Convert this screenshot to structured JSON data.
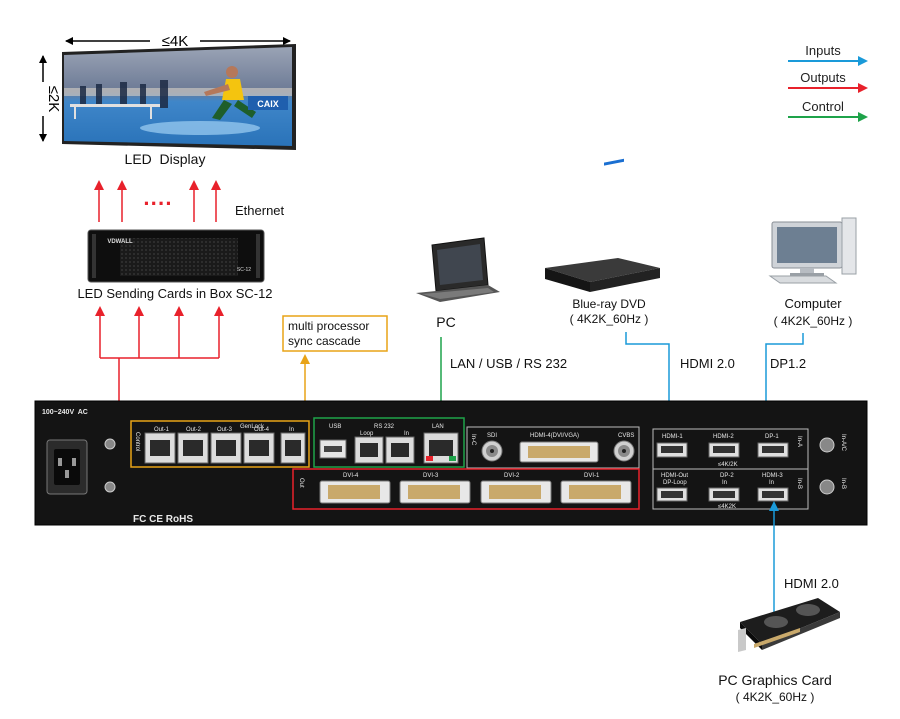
{
  "colors": {
    "inputs": "#1a9ad9",
    "outputs": "#e8212b",
    "control": "#1ea34a",
    "cascade": "#e8a317",
    "panel": "#141414"
  },
  "legend": {
    "inputs": "Inputs",
    "outputs": "Outputs",
    "control": "Control"
  },
  "display": {
    "width_label": "≤4K",
    "height_label": "≤2K",
    "caption": "LED  Display",
    "banner": "CAIX"
  },
  "sending_box": {
    "brand": "VDWALL",
    "model": "SC-12",
    "caption": "LED Sending Cards in Box SC-12",
    "ethernet": "Ethernet",
    "dots": "····"
  },
  "cascade_note": {
    "line1": "multi processor",
    "line2": "sync cascade"
  },
  "pc": {
    "label": "PC",
    "link": "LAN / USB / RS 232"
  },
  "bluray": {
    "label": "Blue-ray DVD",
    "sub": "( 4K2K_60Hz )",
    "link": "HDMI 2.0"
  },
  "computer": {
    "label": "Computer",
    "sub": "( 4K2K_60Hz )",
    "link": "DP1.2"
  },
  "graphics_card": {
    "label": "PC Graphics Card",
    "sub": "( 4K2K_60Hz )",
    "link": "HDMI 2.0"
  },
  "panel": {
    "power": "100~240V  AC",
    "control": "Control",
    "genlock": "GenLock",
    "out_ports": [
      "Out-1",
      "Out-2",
      "Out-3",
      "Out-4"
    ],
    "in_port": "In",
    "usb": "USB",
    "rs232": "RS 232",
    "loop": "Loop",
    "rs_in": "In",
    "lan": "LAN",
    "inc": "In-C",
    "sdi": "SDI",
    "hdmi4": "HDMI-4(DVI/VGA)",
    "cvbs": "CVBS",
    "hdmi1": "HDMI-1",
    "hdmi2": "HDMI-2",
    "dp1": "DP-1",
    "ina": "In-A",
    "ina_note": "≤4K/2K",
    "inac": "In-A/C",
    "out": "Out",
    "dvi": [
      "DVI-4",
      "DVI-3",
      "DVI-2",
      "DVI-1"
    ],
    "hdmi_out": "HDMI-Out",
    "dp_loop": "DP-Loop",
    "dp2": "DP-2",
    "dp2_in": "In",
    "hdmi3": "HDMI-3",
    "hdmi3_in": "In",
    "inb_note": "≤4K2K",
    "inb": "In-B",
    "inb2": "In-B",
    "cert": "FC CE RoHS"
  }
}
